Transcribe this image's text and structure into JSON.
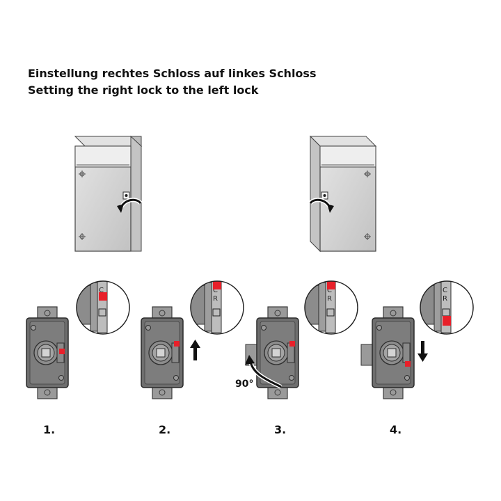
{
  "title": {
    "line_de": "Einstellung rechtes Schloss auf linkes Schloss",
    "line_en": "Setting the right lock to the left lock"
  },
  "steps": [
    {
      "label": "1."
    },
    {
      "label": "2."
    },
    {
      "label": "3.",
      "rotation_text": "90°"
    },
    {
      "label": "4."
    }
  ],
  "colors": {
    "marker_red": "#e8202a",
    "lock_gray": "#6e6e6e",
    "lock_dark": "#3a3a3a",
    "cabinet_gray": "#d6d6d6"
  },
  "icons": [
    "rotate-arrow-icon",
    "up-arrow-icon",
    "down-arrow-icon",
    "rotate-90-icon"
  ]
}
